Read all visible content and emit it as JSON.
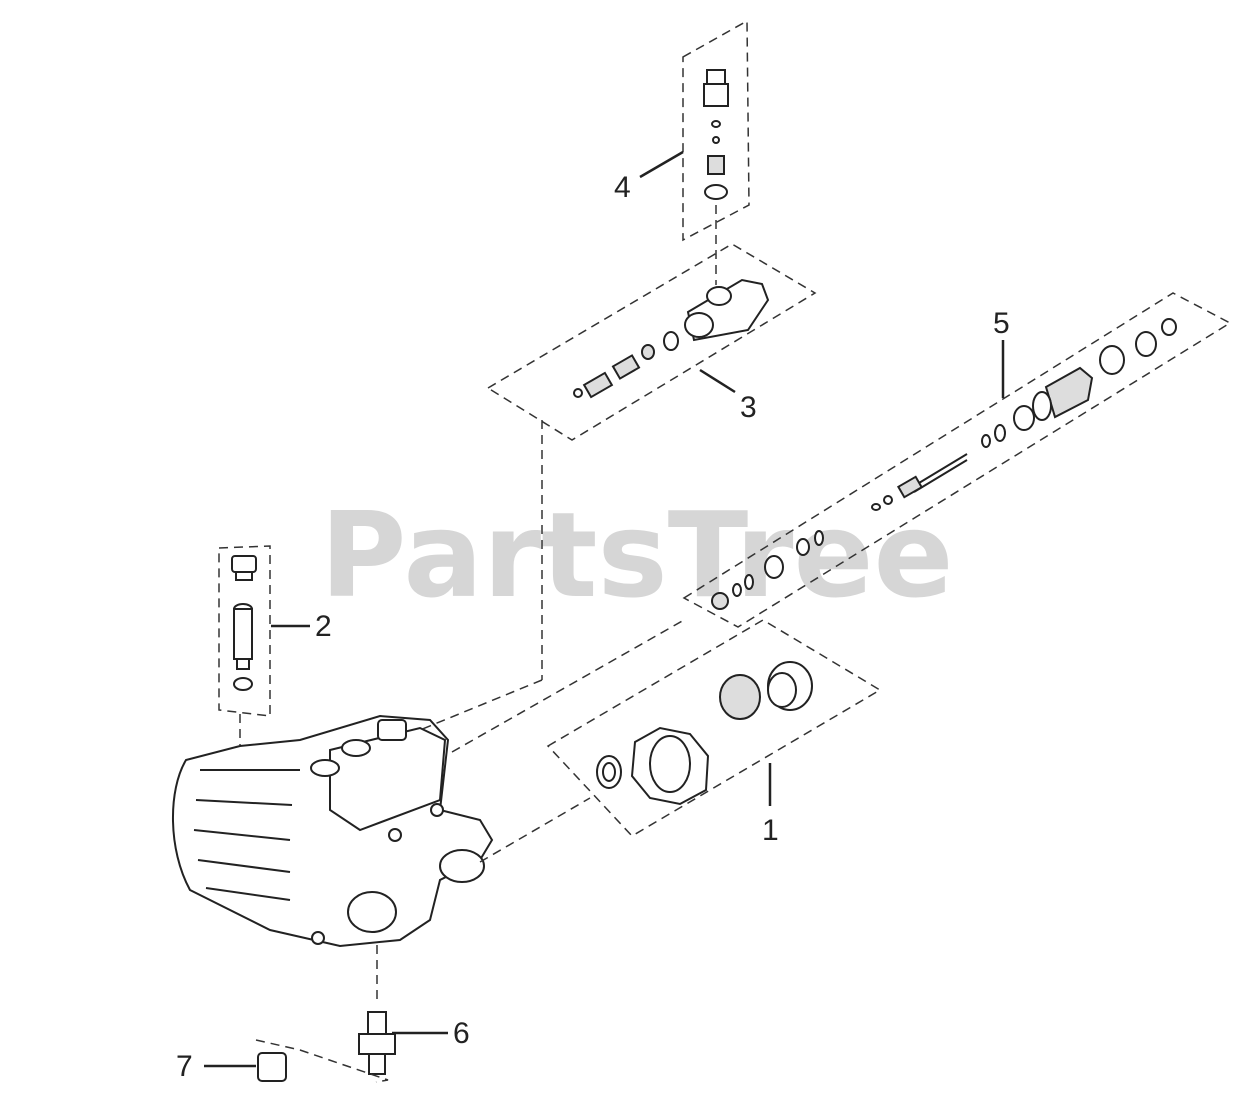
{
  "watermark": "PartsTree",
  "callouts": [
    "1",
    "2",
    "3",
    "4",
    "5",
    "6",
    "7"
  ]
}
